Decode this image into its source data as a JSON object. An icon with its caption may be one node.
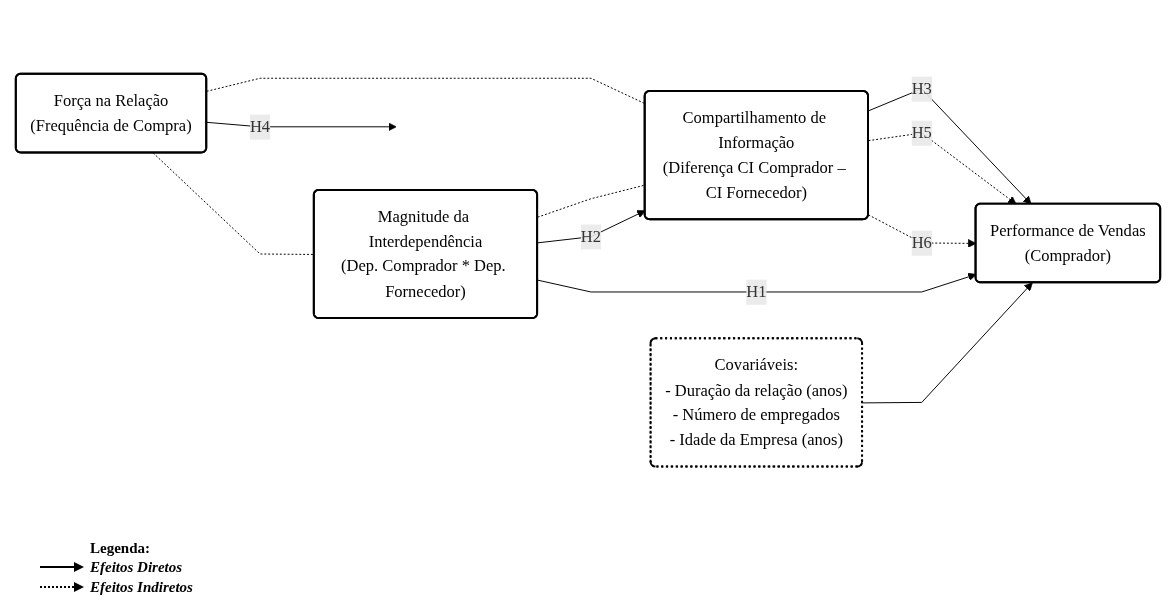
{
  "diagram": {
    "nodes": [
      {
        "text": [
          "Força na Relação",
          "(Frequência de Compra)"
        ]
      },
      {
        "text": [
          "Compartilhamento de Informação",
          "(Diferença CI Comprador – CI Fornecedor)"
        ]
      },
      {
        "text": [
          "Magnitude da Interdependência",
          "(Dep. Comprador * Dep. Fornecedor)"
        ]
      },
      {
        "text": [
          "Performance de Vendas",
          "(Comprador)"
        ]
      },
      {
        "text": [
          "Covariáveis:",
          "- Duração da relação (anos)",
          "- Número de empregados",
          "- Idade da Empresa (anos)"
        ]
      }
    ],
    "edges": [
      {
        "from": 0,
        "to": 1,
        "arrow": "none",
        "style": "dashed"
      },
      {
        "from": 0,
        "to": 2,
        "arrow": "none",
        "style": "dashed"
      },
      {
        "from": 2,
        "to": 1,
        "arrow": "none",
        "style": "dashed"
      },
      {
        "from": 0,
        "to": null,
        "arrow": "to",
        "label": "H4"
      },
      {
        "from": 2,
        "to": 1,
        "arrow": "to",
        "label": "H2"
      },
      {
        "from": 1,
        "to": 3,
        "arrow": "to",
        "label": "H3"
      },
      {
        "from": 1,
        "to": 3,
        "arrow": "to",
        "label": "H5",
        "style": "dashed"
      },
      {
        "from": 1,
        "to": 3,
        "arrow": "to",
        "label": "H6",
        "style": "dashed"
      },
      {
        "from": 2,
        "to": 3,
        "arrow": "to",
        "label": "H1"
      },
      {
        "from": 4,
        "to": 3,
        "arrow": "to"
      }
    ],
    "labels": [
      "Legenda:"
    ],
    "legend": [
      {
        "text": "Efeitos Diretos"
      },
      {
        "text": "Efeitos Indiretos"
      }
    ]
  }
}
